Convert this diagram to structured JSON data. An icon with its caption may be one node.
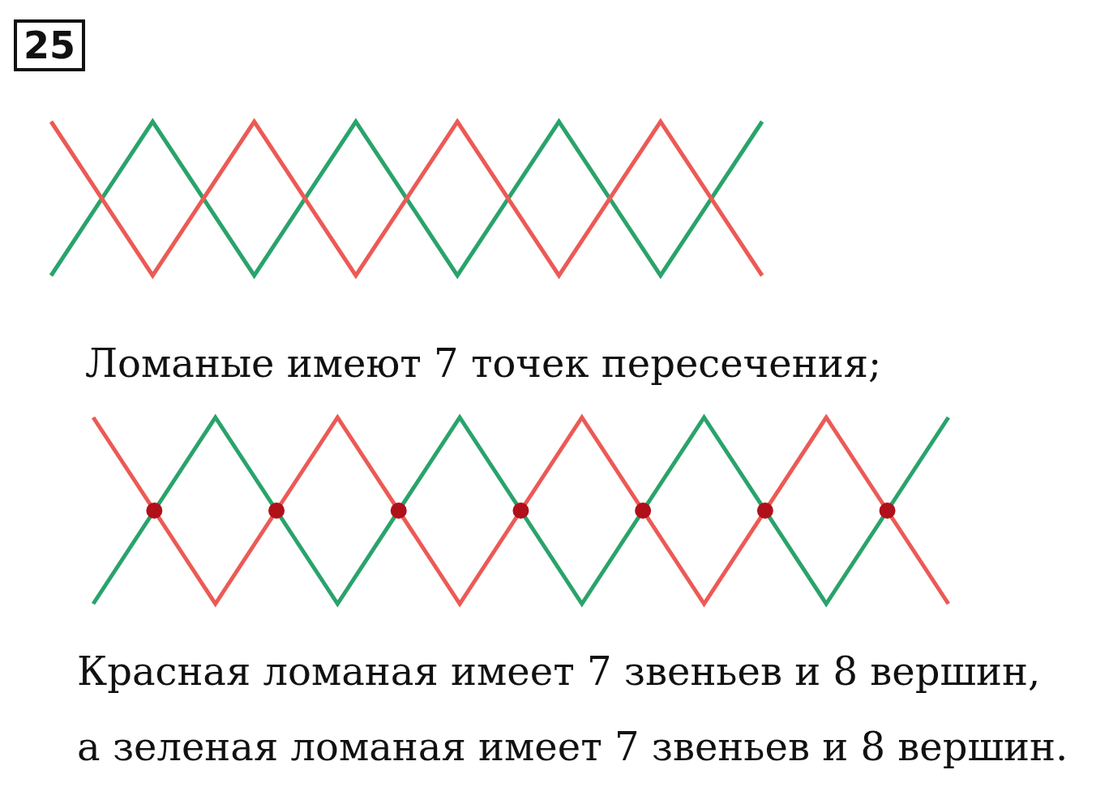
{
  "diagram": {
    "title": "25",
    "labels": [
      "Ломаные имеют 7 точек пересечения;",
      "Красная ломаная имеет 7 звеньев и 8 вершин,",
      "а зеленая ломаная имеет 7 звеньев и 8 вершин."
    ]
  }
}
